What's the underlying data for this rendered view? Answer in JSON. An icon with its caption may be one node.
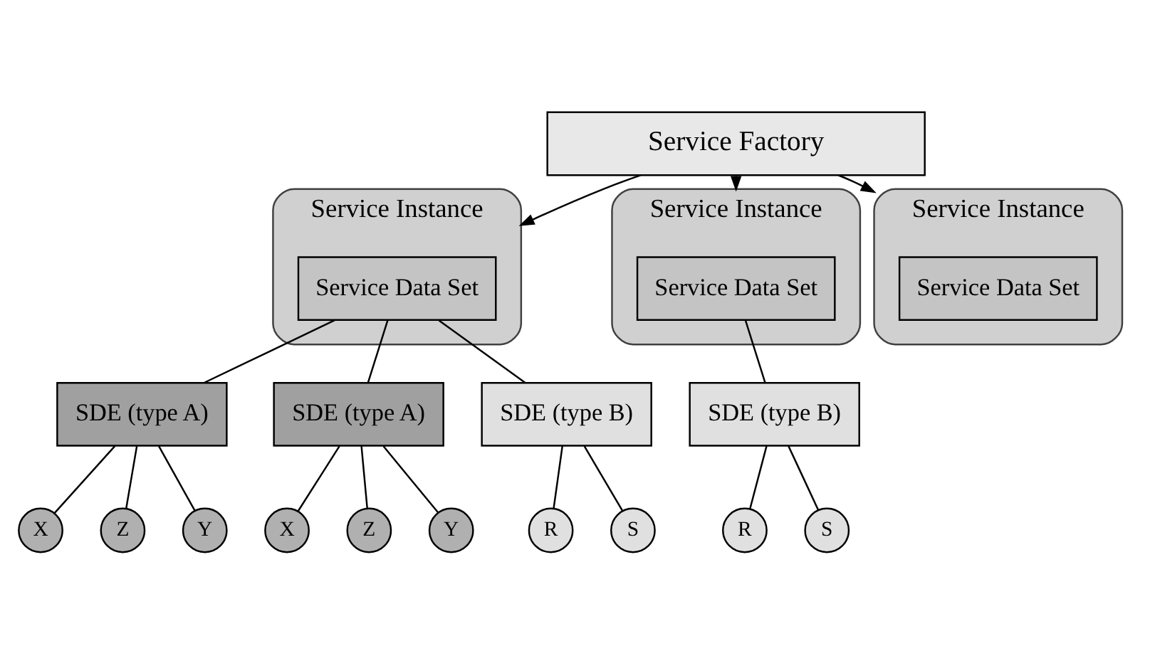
{
  "diagram": {
    "nodes": [
      {
        "text": [
          "Service Factory"
        ]
      },
      {
        "text": [
          "Service Instance"
        ]
      },
      {
        "text": [
          "Service Data Set"
        ],
        "in": 1
      },
      {
        "text": [
          "Service Instance"
        ]
      },
      {
        "text": [
          "Service Data Set"
        ],
        "in": 3
      },
      {
        "text": [
          "Service Instance"
        ]
      },
      {
        "text": [
          "Service Data Set"
        ],
        "in": 5
      },
      {
        "text": [
          "SDE (type A)"
        ]
      },
      {
        "text": [
          "SDE (type A)"
        ]
      },
      {
        "text": [
          "SDE (type B)"
        ]
      },
      {
        "text": [
          "SDE (type B)"
        ]
      },
      {
        "text": [
          "X"
        ]
      },
      {
        "text": [
          "Z"
        ]
      },
      {
        "text": [
          "Y"
        ]
      },
      {
        "text": [
          "X"
        ]
      },
      {
        "text": [
          "Z"
        ]
      },
      {
        "text": [
          "Y"
        ]
      },
      {
        "text": [
          "R"
        ]
      },
      {
        "text": [
          "S"
        ]
      },
      {
        "text": [
          "R"
        ]
      },
      {
        "text": [
          "S"
        ]
      }
    ],
    "edges": [
      {
        "from": 0,
        "to": 1,
        "arrow": "to"
      },
      {
        "from": 0,
        "to": 3,
        "arrow": "to"
      },
      {
        "from": 0,
        "to": 5,
        "arrow": "to"
      },
      {
        "from": 2,
        "to": 7,
        "arrow": "none"
      },
      {
        "from": 2,
        "to": 8,
        "arrow": "none"
      },
      {
        "from": 2,
        "to": 9,
        "arrow": "none"
      },
      {
        "from": 4,
        "to": 10,
        "arrow": "none"
      },
      {
        "from": 7,
        "to": 11,
        "arrow": "none"
      },
      {
        "from": 7,
        "to": 12,
        "arrow": "none"
      },
      {
        "from": 7,
        "to": 13,
        "arrow": "none"
      },
      {
        "from": 8,
        "to": 14,
        "arrow": "none"
      },
      {
        "from": 8,
        "to": 15,
        "arrow": "none"
      },
      {
        "from": 8,
        "to": 16,
        "arrow": "none"
      },
      {
        "from": 9,
        "to": 17,
        "arrow": "none"
      },
      {
        "from": 9,
        "to": 18,
        "arrow": "none"
      },
      {
        "from": 10,
        "to": 19,
        "arrow": "none"
      },
      {
        "from": 10,
        "to": 20,
        "arrow": "none"
      }
    ]
  }
}
